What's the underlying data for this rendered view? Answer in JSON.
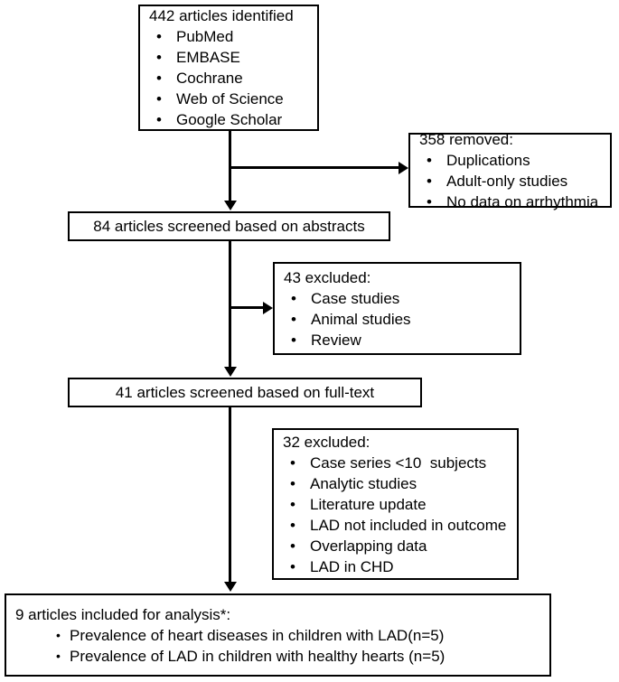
{
  "diagram": {
    "title": "Study selection flow diagram",
    "line_color": "#000000",
    "box_border_color": "#000000",
    "background": "#ffffff",
    "nodes": {
      "identified": {
        "heading": "442 articles identified",
        "items": [
          "PubMed",
          "EMBASE",
          "Cochrane",
          "Web of Science",
          "Google Scholar"
        ]
      },
      "removed": {
        "heading": "358 removed:",
        "items": [
          "Duplications",
          "Adult-only studies",
          "No data on arrhythmia"
        ]
      },
      "screened_abstracts": {
        "heading": "84 articles screened based on abstracts"
      },
      "excluded_43": {
        "heading": "43 excluded:",
        "items": [
          "Case studies",
          "Animal studies",
          "Review"
        ]
      },
      "screened_fulltext": {
        "heading": "41 articles screened based on full-text"
      },
      "excluded_32": {
        "heading": "32 excluded:",
        "items": [
          "Case series <10  subjects",
          "Analytic studies",
          "Literature update",
          "LAD not included in outcome",
          "Overlapping data",
          "LAD in CHD"
        ]
      },
      "included": {
        "heading": "9 articles included for analysis*:",
        "items": [
          "Prevalence of heart diseases in children with LAD(n=5)",
          "Prevalence of LAD in children with healthy hearts (n=5)"
        ]
      }
    },
    "bullet_glyph": "•"
  }
}
